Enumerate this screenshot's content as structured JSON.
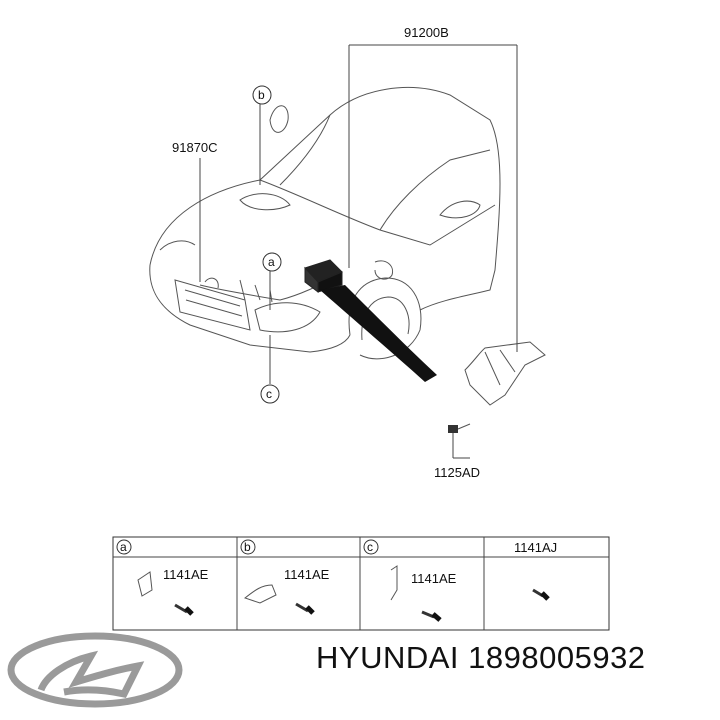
{
  "callouts": {
    "harness": "91200B",
    "connector": "91870C",
    "bolt": "1125AD"
  },
  "circle_refs": {
    "a": "a",
    "b": "b",
    "c": "c"
  },
  "parts_table": {
    "headers": [
      "a",
      "b",
      "c",
      "1141AJ"
    ],
    "cells": [
      "1141AE",
      "1141AE",
      "1141AE"
    ]
  },
  "footer": {
    "brand": "HYUNDAI",
    "part_number": "1898005932"
  },
  "colors": {
    "line": "#444444",
    "text": "#111111",
    "logo": "#9a9a9a"
  },
  "icons": [
    "hyundai-logo-icon"
  ]
}
